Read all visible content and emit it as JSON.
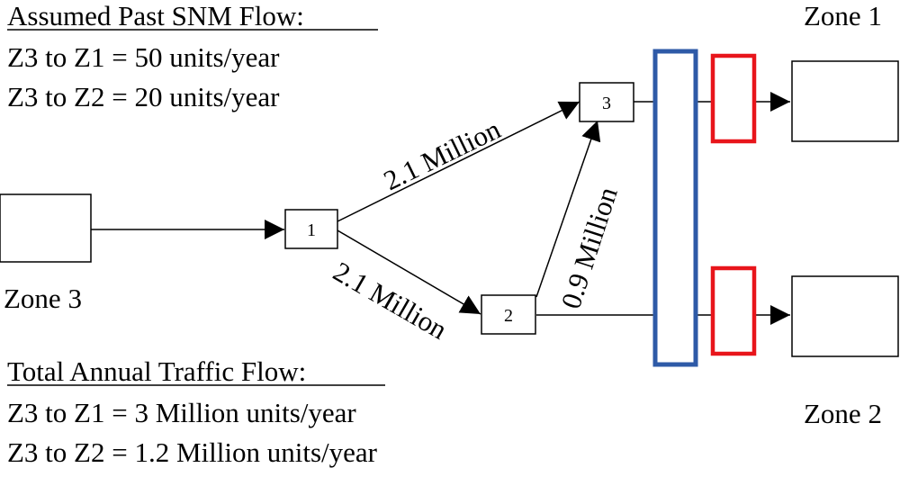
{
  "past_flow": {
    "heading": "Assumed Past SNM Flow:",
    "line1": "Z3 to Z1 = 50 units/year",
    "line2": "Z3 to Z2 = 20 units/year"
  },
  "total_flow": {
    "heading": "Total Annual Traffic Flow:",
    "line1": "Z3 to Z1 = 3 Million units/year",
    "line2": "Z3 to Z2 = 1.2 Million units/year"
  },
  "zones": {
    "zone1": "Zone 1",
    "zone2": "Zone 2",
    "zone3": "Zone 3"
  },
  "nodes": {
    "n1": "1",
    "n2": "2",
    "n3": "3"
  },
  "edge_labels": {
    "e13": "2.1 Million",
    "e12": "2.1 Million",
    "e23": "0.9 Million"
  },
  "colors": {
    "barrier": "#2e5aa7",
    "checkpoint": "#e8151b"
  }
}
